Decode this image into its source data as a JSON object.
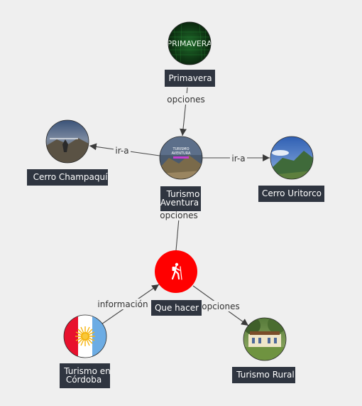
{
  "nodes": {
    "primavera": {
      "label": [
        "Primavera"
      ],
      "image_text": "PRIMAVERA"
    },
    "turismo_aventura": {
      "label": [
        "Turismo",
        "Aventura"
      ],
      "image_text": "TURISMO AVENTURA"
    },
    "cerro_champaqui": {
      "label": [
        "Cerro Champaquí"
      ]
    },
    "cerro_uritorco": {
      "label": [
        "Cerro Uritorco"
      ]
    },
    "que_hacer": {
      "label": [
        "Que hacer"
      ],
      "icon": "hiker-icon",
      "color": "#ff0000"
    },
    "turismo_cordoba": {
      "label": [
        "Turismo en",
        "Córdoba"
      ],
      "icon": "cordoba-flag-icon"
    },
    "turismo_rural": {
      "label": [
        "Turismo Rural"
      ]
    }
  },
  "edges": [
    {
      "from": "primavera",
      "to": "turismo_aventura",
      "label": "opciones"
    },
    {
      "from": "turismo_aventura",
      "to": "cerro_champaqui",
      "label": "ir-a"
    },
    {
      "from": "turismo_aventura",
      "to": "cerro_uritorco",
      "label": "ir-a"
    },
    {
      "from": "que_hacer",
      "to": "turismo_aventura",
      "label": "opciones"
    },
    {
      "from": "turismo_cordoba",
      "to": "que_hacer",
      "label": "información"
    },
    {
      "from": "que_hacer",
      "to": "turismo_rural",
      "label": "opciones"
    }
  ],
  "colors": {
    "background": "#efefef",
    "label_bg": "#2f3540",
    "edge": "#4a4a4a",
    "que_hacer": "#ff0000",
    "flag_blue": "#6cace4",
    "flag_red": "#e8112d",
    "sun": "#f6b40e"
  }
}
